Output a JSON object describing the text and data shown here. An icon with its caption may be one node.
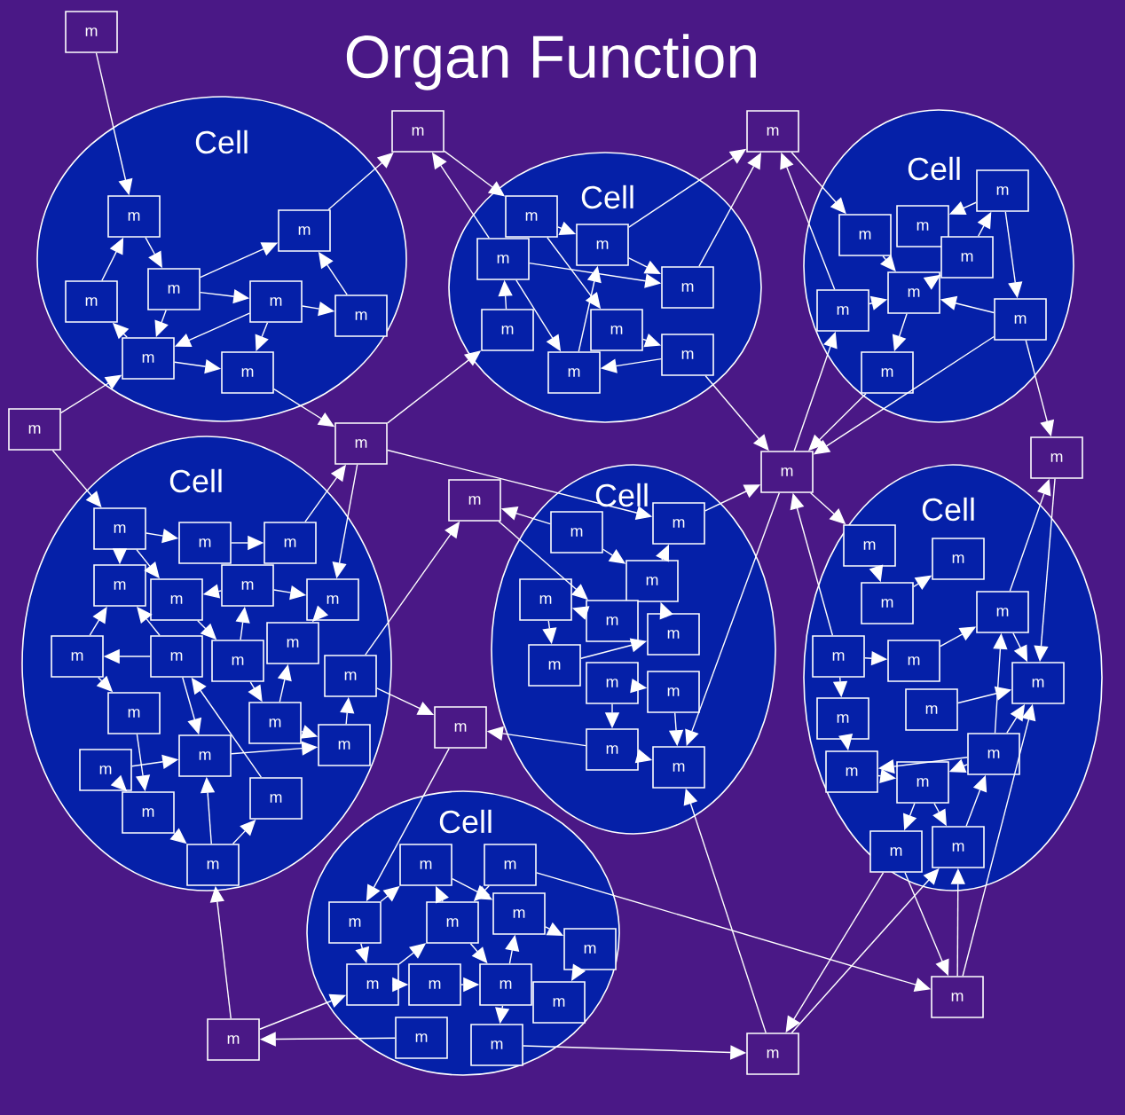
{
  "diagram": {
    "title": "Organ Function",
    "nodes": [
      {
        "text": [
          "m"
        ]
      },
      {
        "text": [
          "Cell"
        ]
      },
      {
        "text": [
          "m"
        ],
        "in": 1
      },
      {
        "text": [
          "m"
        ],
        "in": 1
      },
      {
        "text": [
          "m"
        ],
        "in": 1
      },
      {
        "text": [
          "m"
        ],
        "in": 1
      },
      {
        "text": [
          "m"
        ],
        "in": 1
      },
      {
        "text": [
          "m"
        ],
        "in": 1
      },
      {
        "text": [
          "m"
        ],
        "in": 1
      },
      {
        "text": [
          "m"
        ],
        "in": 1
      },
      {
        "text": [
          "m"
        ]
      },
      {
        "text": [
          "Cell"
        ]
      },
      {
        "text": [
          "m"
        ],
        "in": 11
      },
      {
        "text": [
          "m"
        ],
        "in": 11
      },
      {
        "text": [
          "m"
        ],
        "in": 11
      },
      {
        "text": [
          "m"
        ],
        "in": 11
      },
      {
        "text": [
          "m"
        ],
        "in": 11
      },
      {
        "text": [
          "m"
        ],
        "in": 11
      },
      {
        "text": [
          "m"
        ],
        "in": 11
      },
      {
        "text": [
          "m"
        ],
        "in": 11
      },
      {
        "text": [
          "m"
        ]
      },
      {
        "text": [
          "Cell"
        ]
      },
      {
        "text": [
          "m"
        ],
        "in": 21
      },
      {
        "text": [
          "m"
        ],
        "in": 21
      },
      {
        "text": [
          "m"
        ],
        "in": 21
      },
      {
        "text": [
          "m"
        ],
        "in": 21
      },
      {
        "text": [
          "m"
        ],
        "in": 21
      },
      {
        "text": [
          "m"
        ],
        "in": 21
      },
      {
        "text": [
          "m"
        ],
        "in": 21
      },
      {
        "text": [
          "m"
        ],
        "in": 21
      },
      {
        "text": [
          "m"
        ]
      },
      {
        "text": [
          "m"
        ]
      },
      {
        "text": [
          "Cell"
        ]
      },
      {
        "text": [
          "m"
        ],
        "in": 32
      },
      {
        "text": [
          "m"
        ],
        "in": 32
      },
      {
        "text": [
          "m"
        ],
        "in": 32
      },
      {
        "text": [
          "m"
        ],
        "in": 32
      },
      {
        "text": [
          "m"
        ],
        "in": 32
      },
      {
        "text": [
          "m"
        ],
        "in": 32
      },
      {
        "text": [
          "m"
        ],
        "in": 32
      },
      {
        "text": [
          "m"
        ],
        "in": 32
      },
      {
        "text": [
          "m"
        ],
        "in": 32
      },
      {
        "text": [
          "m"
        ],
        "in": 32
      },
      {
        "text": [
          "m"
        ],
        "in": 32
      },
      {
        "text": [
          "m"
        ],
        "in": 32
      },
      {
        "text": [
          "m"
        ],
        "in": 32
      },
      {
        "text": [
          "m"
        ],
        "in": 32
      },
      {
        "text": [
          "m"
        ],
        "in": 32
      },
      {
        "text": [
          "m"
        ],
        "in": 32
      },
      {
        "text": [
          "m"
        ],
        "in": 32
      },
      {
        "text": [
          "m"
        ],
        "in": 32
      },
      {
        "text": [
          "m"
        ],
        "in": 32
      },
      {
        "text": [
          "m"
        ],
        "in": 32
      },
      {
        "text": [
          "m"
        ]
      },
      {
        "text": [
          "Cell"
        ]
      },
      {
        "text": [
          "m"
        ],
        "in": 54
      },
      {
        "text": [
          "m"
        ],
        "in": 54
      },
      {
        "text": [
          "m"
        ],
        "in": 54
      },
      {
        "text": [
          "m"
        ],
        "in": 54
      },
      {
        "text": [
          "m"
        ],
        "in": 54
      },
      {
        "text": [
          "m"
        ],
        "in": 54
      },
      {
        "text": [
          "m"
        ],
        "in": 54
      },
      {
        "text": [
          "m"
        ],
        "in": 54
      },
      {
        "text": [
          "m"
        ],
        "in": 54
      },
      {
        "text": [
          "m"
        ],
        "in": 54
      },
      {
        "text": [
          "m"
        ],
        "in": 54
      },
      {
        "text": [
          "m"
        ]
      },
      {
        "text": [
          "m"
        ]
      },
      {
        "text": [
          "Cell"
        ]
      },
      {
        "text": [
          "m"
        ],
        "in": 68
      },
      {
        "text": [
          "m"
        ],
        "in": 68
      },
      {
        "text": [
          "m"
        ],
        "in": 68
      },
      {
        "text": [
          "m"
        ],
        "in": 68
      },
      {
        "text": [
          "m"
        ],
        "in": 68
      },
      {
        "text": [
          "m"
        ],
        "in": 68
      },
      {
        "text": [
          "m"
        ],
        "in": 68
      },
      {
        "text": [
          "m"
        ],
        "in": 68
      },
      {
        "text": [
          "m"
        ],
        "in": 68
      },
      {
        "text": [
          "m"
        ],
        "in": 68
      },
      {
        "text": [
          "m"
        ],
        "in": 68
      },
      {
        "text": [
          "m"
        ],
        "in": 68
      },
      {
        "text": [
          "m"
        ],
        "in": 68
      },
      {
        "text": [
          "m"
        ],
        "in": 68
      },
      {
        "text": [
          "m"
        ]
      },
      {
        "text": [
          "Cell"
        ]
      },
      {
        "text": [
          "m"
        ],
        "in": 84
      },
      {
        "text": [
          "m"
        ],
        "in": 84
      },
      {
        "text": [
          "m"
        ],
        "in": 84
      },
      {
        "text": [
          "m"
        ],
        "in": 84
      },
      {
        "text": [
          "m"
        ],
        "in": 84
      },
      {
        "text": [
          "m"
        ],
        "in": 84
      },
      {
        "text": [
          "m"
        ],
        "in": 84
      },
      {
        "text": [
          "m"
        ],
        "in": 84
      },
      {
        "text": [
          "m"
        ],
        "in": 84
      },
      {
        "text": [
          "m"
        ],
        "in": 84
      },
      {
        "text": [
          "m"
        ],
        "in": 84
      },
      {
        "text": [
          "m"
        ],
        "in": 84
      },
      {
        "text": [
          "m"
        ]
      },
      {
        "text": [
          "m"
        ]
      },
      {
        "text": [
          "m"
        ]
      }
    ],
    "edges": [
      {
        "from": 0,
        "to": 2,
        "arrow": "to"
      },
      {
        "from": 30,
        "to": 8,
        "arrow": "to"
      },
      {
        "from": 30,
        "to": 33,
        "arrow": "to"
      },
      {
        "from": 3,
        "to": 10,
        "arrow": "to"
      },
      {
        "from": 10,
        "to": 12,
        "arrow": "to"
      },
      {
        "from": 14,
        "to": 10,
        "arrow": "to"
      },
      {
        "from": 13,
        "to": 20,
        "arrow": "to"
      },
      {
        "from": 15,
        "to": 20,
        "arrow": "to"
      },
      {
        "from": 20,
        "to": 24,
        "arrow": "to"
      },
      {
        "from": 25,
        "to": 20,
        "arrow": "to"
      },
      {
        "from": 9,
        "to": 31,
        "arrow": "to"
      },
      {
        "from": 31,
        "to": 16,
        "arrow": "to"
      },
      {
        "from": 31,
        "to": 56,
        "arrow": "to"
      },
      {
        "from": 35,
        "to": 31,
        "arrow": "to"
      },
      {
        "from": 31,
        "to": 39,
        "arrow": "to"
      },
      {
        "from": 18,
        "to": 66,
        "arrow": "to"
      },
      {
        "from": 29,
        "to": 66,
        "arrow": "to"
      },
      {
        "from": 28,
        "to": 66,
        "arrow": "to"
      },
      {
        "from": 66,
        "to": 25,
        "arrow": "to"
      },
      {
        "from": 56,
        "to": 66,
        "arrow": "to"
      },
      {
        "from": 66,
        "to": 65,
        "arrow": "to"
      },
      {
        "from": 66,
        "to": 69,
        "arrow": "to"
      },
      {
        "from": 72,
        "to": 66,
        "arrow": "to"
      },
      {
        "from": 28,
        "to": 67,
        "arrow": "to"
      },
      {
        "from": 74,
        "to": 67,
        "arrow": "to"
      },
      {
        "from": 67,
        "to": 77,
        "arrow": "to"
      },
      {
        "from": 44,
        "to": 53,
        "arrow": "to"
      },
      {
        "from": 55,
        "to": 53,
        "arrow": "to"
      },
      {
        "from": 53,
        "to": 59,
        "arrow": "to"
      },
      {
        "from": 44,
        "to": 83,
        "arrow": "to"
      },
      {
        "from": 64,
        "to": 83,
        "arrow": "to"
      },
      {
        "from": 83,
        "to": 87,
        "arrow": "to"
      },
      {
        "from": 97,
        "to": 52,
        "arrow": "to"
      },
      {
        "from": 97,
        "to": 90,
        "arrow": "to"
      },
      {
        "from": 94,
        "to": 97,
        "arrow": "to"
      },
      {
        "from": 96,
        "to": 98,
        "arrow": "to"
      },
      {
        "from": 98,
        "to": 65,
        "arrow": "to"
      },
      {
        "from": 81,
        "to": 98,
        "arrow": "to"
      },
      {
        "from": 98,
        "to": 82,
        "arrow": "to"
      },
      {
        "from": 86,
        "to": 99,
        "arrow": "to"
      },
      {
        "from": 81,
        "to": 99,
        "arrow": "to"
      },
      {
        "from": 99,
        "to": 82,
        "arrow": "to"
      },
      {
        "from": 99,
        "to": 77,
        "arrow": "to"
      },
      {
        "from": 4,
        "to": 2,
        "arrow": "to"
      },
      {
        "from": 2,
        "to": 5,
        "arrow": "to"
      },
      {
        "from": 5,
        "to": 3,
        "arrow": "to"
      },
      {
        "from": 5,
        "to": 6,
        "arrow": "to"
      },
      {
        "from": 5,
        "to": 8,
        "arrow": "to"
      },
      {
        "from": 6,
        "to": 8,
        "arrow": "to"
      },
      {
        "from": 6,
        "to": 7,
        "arrow": "to"
      },
      {
        "from": 6,
        "to": 9,
        "arrow": "to"
      },
      {
        "from": 7,
        "to": 3,
        "arrow": "to"
      },
      {
        "from": 8,
        "to": 4,
        "arrow": "to"
      },
      {
        "from": 8,
        "to": 9,
        "arrow": "to"
      },
      {
        "from": 12,
        "to": 13,
        "arrow": "to"
      },
      {
        "from": 14,
        "to": 15,
        "arrow": "to"
      },
      {
        "from": 12,
        "to": 17,
        "arrow": "to"
      },
      {
        "from": 13,
        "to": 15,
        "arrow": "to"
      },
      {
        "from": 16,
        "to": 14,
        "arrow": "to"
      },
      {
        "from": 14,
        "to": 19,
        "arrow": "to"
      },
      {
        "from": 19,
        "to": 13,
        "arrow": "to"
      },
      {
        "from": 18,
        "to": 19,
        "arrow": "to"
      },
      {
        "from": 17,
        "to": 18,
        "arrow": "to"
      },
      {
        "from": 22,
        "to": 23,
        "arrow": "to"
      },
      {
        "from": 22,
        "to": 28,
        "arrow": "to"
      },
      {
        "from": 24,
        "to": 26,
        "arrow": "to"
      },
      {
        "from": 25,
        "to": 26,
        "arrow": "to"
      },
      {
        "from": 26,
        "to": 27,
        "arrow": "to"
      },
      {
        "from": 27,
        "to": 22,
        "arrow": "to"
      },
      {
        "from": 28,
        "to": 26,
        "arrow": "to"
      },
      {
        "from": 26,
        "to": 29,
        "arrow": "to"
      },
      {
        "from": 33,
        "to": 34,
        "arrow": "to"
      },
      {
        "from": 34,
        "to": 35,
        "arrow": "to"
      },
      {
        "from": 33,
        "to": 36,
        "arrow": "to"
      },
      {
        "from": 33,
        "to": 37,
        "arrow": "to"
      },
      {
        "from": 38,
        "to": 37,
        "arrow": "to"
      },
      {
        "from": 38,
        "to": 39,
        "arrow": "to"
      },
      {
        "from": 37,
        "to": 42,
        "arrow": "to"
      },
      {
        "from": 41,
        "to": 36,
        "arrow": "to"
      },
      {
        "from": 41,
        "to": 40,
        "arrow": "to"
      },
      {
        "from": 40,
        "to": 36,
        "arrow": "to"
      },
      {
        "from": 40,
        "to": 46,
        "arrow": "to"
      },
      {
        "from": 41,
        "to": 49,
        "arrow": "to"
      },
      {
        "from": 42,
        "to": 45,
        "arrow": "to"
      },
      {
        "from": 45,
        "to": 43,
        "arrow": "to"
      },
      {
        "from": 45,
        "to": 47,
        "arrow": "to"
      },
      {
        "from": 47,
        "to": 44,
        "arrow": "to"
      },
      {
        "from": 39,
        "to": 43,
        "arrow": "to"
      },
      {
        "from": 42,
        "to": 38,
        "arrow": "to"
      },
      {
        "from": 46,
        "to": 50,
        "arrow": "to"
      },
      {
        "from": 48,
        "to": 50,
        "arrow": "to"
      },
      {
        "from": 48,
        "to": 49,
        "arrow": "to"
      },
      {
        "from": 49,
        "to": 47,
        "arrow": "to"
      },
      {
        "from": 52,
        "to": 49,
        "arrow": "to"
      },
      {
        "from": 52,
        "to": 51,
        "arrow": "to"
      },
      {
        "from": 50,
        "to": 52,
        "arrow": "to"
      },
      {
        "from": 51,
        "to": 41,
        "arrow": "to"
      },
      {
        "from": 55,
        "to": 57,
        "arrow": "to"
      },
      {
        "from": 57,
        "to": 56,
        "arrow": "to"
      },
      {
        "from": 60,
        "to": 57,
        "arrow": "to"
      },
      {
        "from": 59,
        "to": 58,
        "arrow": "to"
      },
      {
        "from": 58,
        "to": 61,
        "arrow": "to"
      },
      {
        "from": 61,
        "to": 60,
        "arrow": "to"
      },
      {
        "from": 62,
        "to": 63,
        "arrow": "to"
      },
      {
        "from": 64,
        "to": 65,
        "arrow": "to"
      },
      {
        "from": 63,
        "to": 65,
        "arrow": "to"
      },
      {
        "from": 62,
        "to": 64,
        "arrow": "to"
      },
      {
        "from": 69,
        "to": 70,
        "arrow": "to"
      },
      {
        "from": 70,
        "to": 71,
        "arrow": "to"
      },
      {
        "from": 72,
        "to": 73,
        "arrow": "to"
      },
      {
        "from": 73,
        "to": 74,
        "arrow": "to"
      },
      {
        "from": 72,
        "to": 75,
        "arrow": "to"
      },
      {
        "from": 75,
        "to": 78,
        "arrow": "to"
      },
      {
        "from": 76,
        "to": 77,
        "arrow": "to"
      },
      {
        "from": 79,
        "to": 77,
        "arrow": "to"
      },
      {
        "from": 79,
        "to": 80,
        "arrow": "to"
      },
      {
        "from": 78,
        "to": 80,
        "arrow": "to"
      },
      {
        "from": 80,
        "to": 81,
        "arrow": "to"
      },
      {
        "from": 80,
        "to": 82,
        "arrow": "to"
      },
      {
        "from": 82,
        "to": 79,
        "arrow": "to"
      },
      {
        "from": 79,
        "to": 74,
        "arrow": "to"
      },
      {
        "from": 74,
        "to": 77,
        "arrow": "to"
      },
      {
        "from": 79,
        "to": 78,
        "arrow": "to"
      },
      {
        "from": 87,
        "to": 85,
        "arrow": "to"
      },
      {
        "from": 85,
        "to": 89,
        "arrow": "to"
      },
      {
        "from": 86,
        "to": 88,
        "arrow": "to"
      },
      {
        "from": 88,
        "to": 85,
        "arrow": "to"
      },
      {
        "from": 89,
        "to": 91,
        "arrow": "to"
      },
      {
        "from": 87,
        "to": 90,
        "arrow": "to"
      },
      {
        "from": 90,
        "to": 88,
        "arrow": "to"
      },
      {
        "from": 90,
        "to": 93,
        "arrow": "to"
      },
      {
        "from": 93,
        "to": 92,
        "arrow": "to"
      },
      {
        "from": 92,
        "to": 89,
        "arrow": "to"
      },
      {
        "from": 92,
        "to": 96,
        "arrow": "to"
      },
      {
        "from": 91,
        "to": 95,
        "arrow": "to"
      },
      {
        "from": 88,
        "to": 92,
        "arrow": "to"
      }
    ]
  }
}
